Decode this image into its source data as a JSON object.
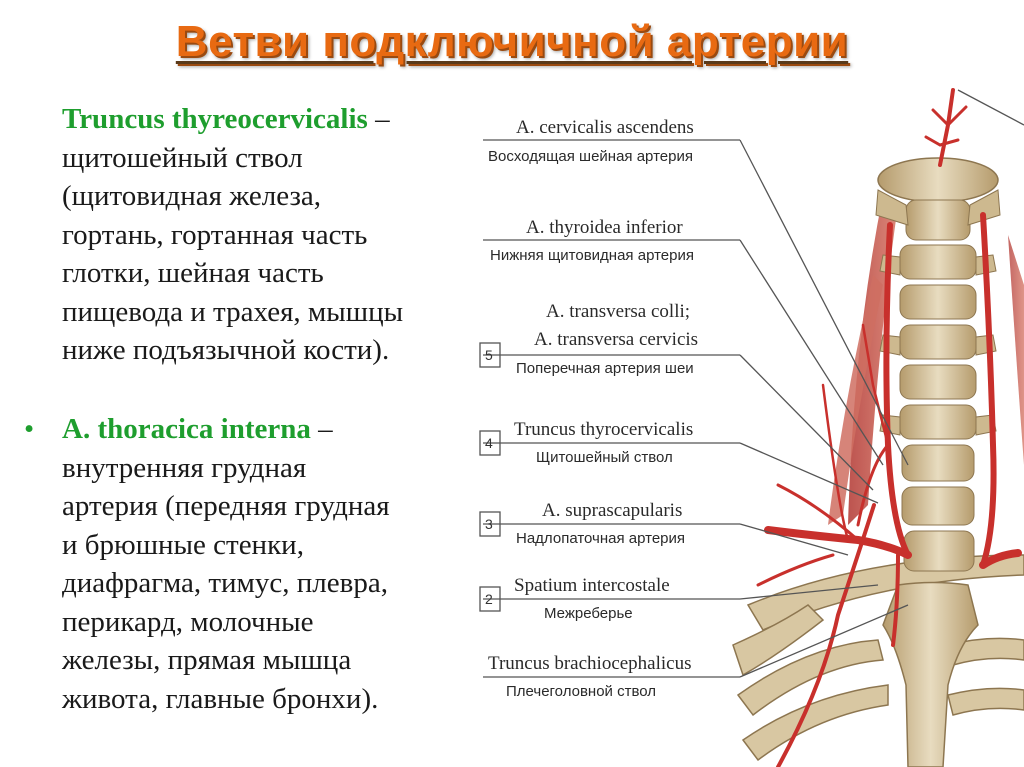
{
  "title": "Ветви подключичной артерии",
  "block1": {
    "latin": "Truncus thyreocervicalis",
    "lines": [
      " –",
      "щитошейный ствол",
      "(щитовидная железа,",
      "гортань, гортанная часть",
      "глотки, шейная часть",
      "пищевода и трахея, мышцы",
      "ниже подъязычной кости)."
    ]
  },
  "block2": {
    "bullet": "•",
    "latin": "A. thoracica interna",
    "lines": [
      " –",
      "внутренняя грудная",
      "артерия (передняя грудная",
      "и брюшные стенки,",
      "диафрагма, тимус, плевра,",
      "перикард, молочные",
      "железы, прямая мышца",
      "живота, главные бронхи)."
    ]
  },
  "figure": {
    "labels": [
      {
        "latin": "A. cervicalis ascendens",
        "ru": "Восходящая шейная артерия",
        "num": ""
      },
      {
        "latin": "A. thyroidea inferior",
        "ru": "Нижняя щитовидная артерия",
        "num": ""
      },
      {
        "latin": "A. transversa colli;",
        "latin2": "A. transversa cervicis",
        "ru": "Поперечная артерия шеи",
        "num": "5"
      },
      {
        "latin": "Truncus thyrocervicalis",
        "ru": "Щитошейный ствол",
        "num": "4"
      },
      {
        "latin": "A. suprascapularis",
        "ru": "Надлопаточная артерия",
        "num": "3"
      },
      {
        "latin": "Spatium intercostale",
        "ru": "Межреберье",
        "num": "2"
      },
      {
        "latin": "Truncus brachiocephalicus",
        "ru": "Плечеголовной ствол",
        "num": ""
      }
    ],
    "colors": {
      "bone": "#d9c9a6",
      "bone_shadow": "#a88e62",
      "artery": "#c8302c",
      "muscle": "#c9504a"
    }
  }
}
